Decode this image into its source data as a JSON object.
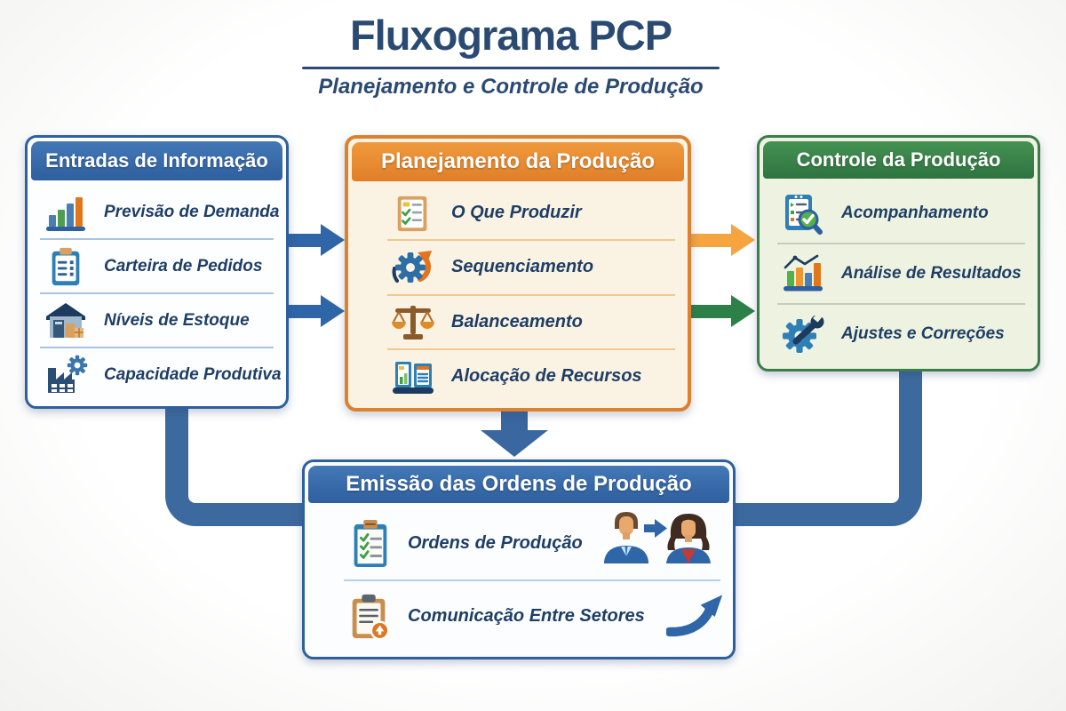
{
  "header": {
    "title": "Fluxograma PCP",
    "subtitle": "Planejamento e Controle de Produção"
  },
  "boxes": {
    "entradas": {
      "title": "Entradas de Informação",
      "accent": "#2e5f9e",
      "items": [
        {
          "icon": "bar-chart-icon",
          "label": "Previsão de Demanda"
        },
        {
          "icon": "clipboard-icon",
          "label": "Carteira de Pedidos"
        },
        {
          "icon": "warehouse-icon",
          "label": "Níveis de Estoque"
        },
        {
          "icon": "factory-gear-icon",
          "label": "Capacidade Produtiva"
        }
      ]
    },
    "planejamento": {
      "title": "Planejamento da Produção",
      "accent": "#de812e",
      "items": [
        {
          "icon": "checklist-icon",
          "label": "O Que Produzir"
        },
        {
          "icon": "gear-cycle-icon",
          "label": "Sequenciamento"
        },
        {
          "icon": "balance-scale-icon",
          "label": "Balanceamento"
        },
        {
          "icon": "resource-boards-icon",
          "label": "Alocação de Recursos"
        }
      ]
    },
    "controle": {
      "title": "Controle da Produção",
      "accent": "#3b7d49",
      "items": [
        {
          "icon": "clipboard-magnifier-icon",
          "label": "Acompanhamento"
        },
        {
          "icon": "results-chart-icon",
          "label": "Análise de Resultados"
        },
        {
          "icon": "gear-wrench-icon",
          "label": "Ajustes e Correções"
        }
      ]
    },
    "emissao": {
      "title": "Emissão das Ordens de Produção",
      "accent": "#2e5f9e",
      "items": [
        {
          "icon": "order-clipboard-icon",
          "label": "Ordens de Produção"
        },
        {
          "icon": "memo-clipboard-icon",
          "label": "Comunicação Entre Setores"
        }
      ]
    }
  },
  "arrows": [
    {
      "name": "entradas-to-planejamento-top",
      "color": "#2f66a7"
    },
    {
      "name": "entradas-to-planejamento-bottom",
      "color": "#2f66a7"
    },
    {
      "name": "planejamento-to-controle-top",
      "color": "#f6a440"
    },
    {
      "name": "planejamento-to-controle-bottom",
      "color": "#2e8049"
    },
    {
      "name": "planejamento-to-emissao-down",
      "color": "#3a679f"
    },
    {
      "name": "entradas-to-emissao-connector",
      "color": "#3d6a9e"
    },
    {
      "name": "controle-to-emissao-connector",
      "color": "#3d6a9e"
    }
  ],
  "colors": {
    "title_navy": "#2b4a72",
    "item_text_navy": "#1f3e66",
    "blue_header": "#2e5f9e",
    "orange_header": "#e07f28",
    "green_header": "#2e7340"
  }
}
